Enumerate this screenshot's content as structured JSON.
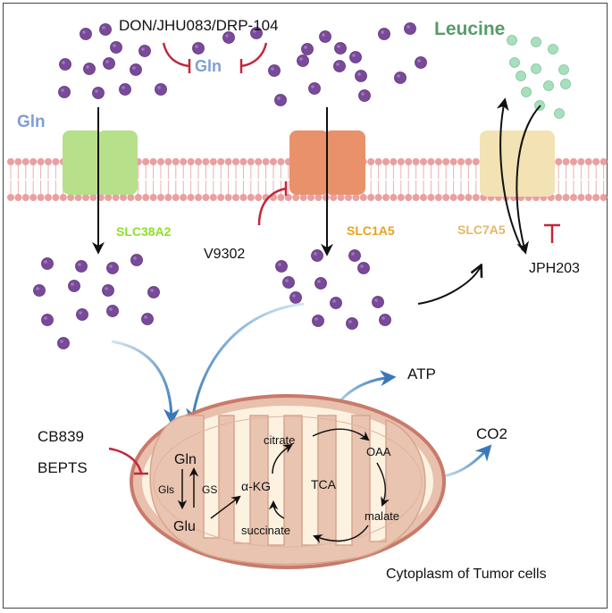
{
  "labels": {
    "inhibitor_top": "DON/JHU083/DRP-104",
    "gln_top": "Gln",
    "gln_left": "Gln",
    "leucine": "Leucine",
    "slc38a2": "SLC38A2",
    "slc1a5": "SLC1A5",
    "slc7a5": "SLC7A5",
    "v9302": "V9302",
    "jph203": "JPH203",
    "atp": "ATP",
    "co2": "CO2",
    "cb839": "CB839",
    "bepts": "BEPTS",
    "gln_mito": "Gln",
    "glu": "Glu",
    "gls": "Gls",
    "gs": "GS",
    "akg": "α-KG",
    "citrate": "citrate",
    "oaa": "OAA",
    "tca": "TCA",
    "malate": "malate",
    "succinate": "succinate",
    "cytoplasm": "Cytoplasm of Tumor cells"
  },
  "colors": {
    "gln_molecule": "#7a4a9a",
    "leucine_molecule": "#9ed9b8",
    "gln_text": "#7f9fd6",
    "leucine_text": "#5a9a6a",
    "slc38a2": "#b6e08a",
    "slc38a2_text": "#8fe02a",
    "slc1a5": "#e9916a",
    "slc1a5_text": "#e8a31a",
    "slc7a5": "#f3e2b4",
    "slc7a5_text": "#e2b86a",
    "inhibitor": "#c0283a",
    "blue_arrow": "#3a78b8",
    "membrane": "#e9a0a0",
    "mito_outer": "#e6b8a6",
    "mito_inner": "#e8c6b2"
  }
}
